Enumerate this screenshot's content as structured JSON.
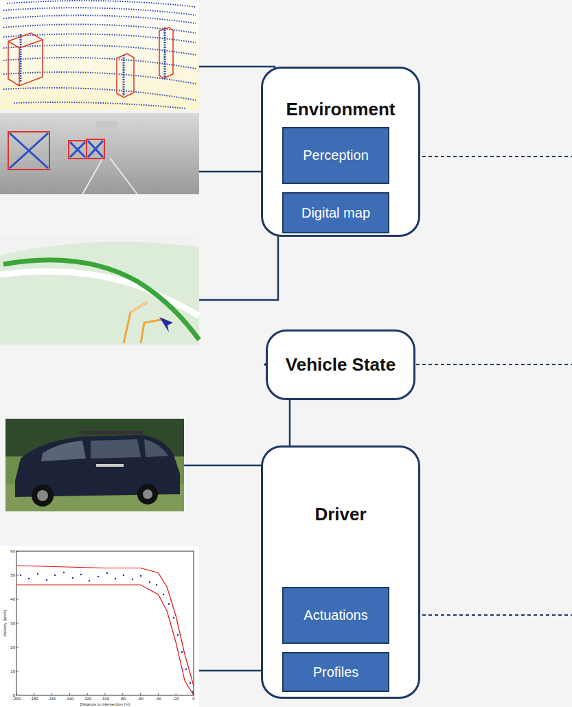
{
  "diagram": {
    "nodes": [
      {
        "text": [
          "Environment"
        ]
      },
      {
        "text": [
          "Perception"
        ],
        "in": 0
      },
      {
        "text": [
          "Digital map"
        ],
        "in": 0
      },
      {
        "text": [
          "Vehicle State"
        ]
      },
      {
        "text": [
          "Driver"
        ]
      },
      {
        "text": [
          "Actuations"
        ],
        "in": 4
      },
      {
        "text": [
          "Profiles"
        ],
        "in": 4
      }
    ],
    "labels": [
      "60",
      "50",
      "40",
      "30",
      "20",
      "10",
      "0",
      "-200",
      "-180",
      "-160",
      "-140",
      "-120",
      "-100",
      "-80",
      "-60",
      "-40",
      "-20",
      "0",
      "Velocity (km/h)",
      "Distance to intersection (m)"
    ]
  }
}
